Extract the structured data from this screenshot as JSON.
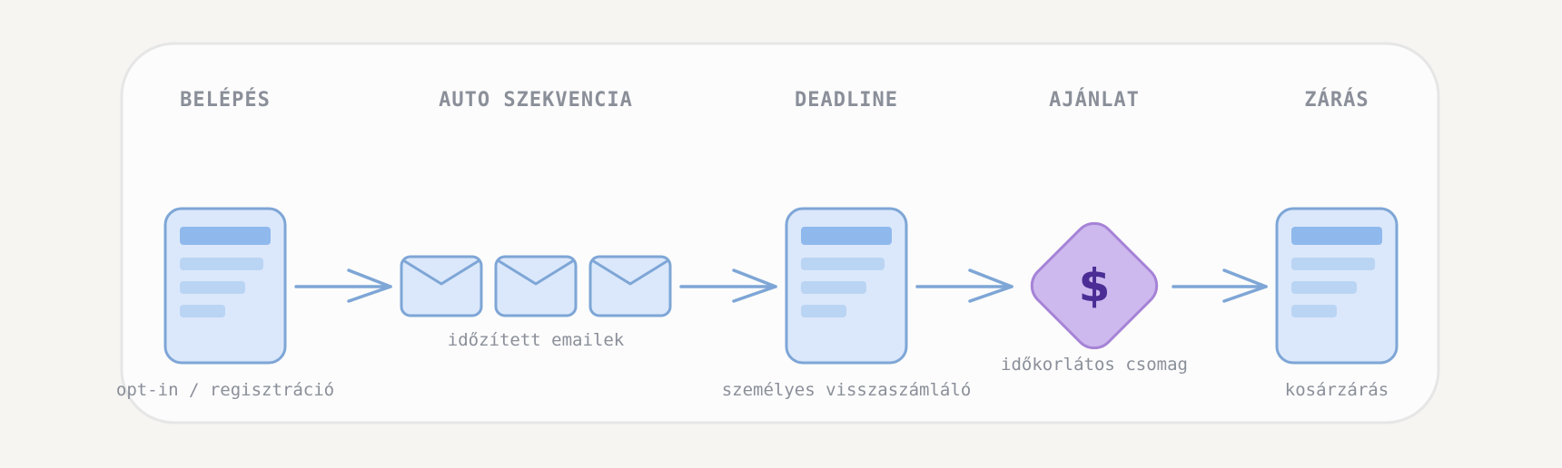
{
  "stages": [
    {
      "title": "BELÉPÉS",
      "caption": "opt-in / regisztráció"
    },
    {
      "title": "AUTO SZEKVENCIA",
      "caption": "időzített emailek"
    },
    {
      "title": "DEADLINE",
      "caption": "személyes visszaszámláló"
    },
    {
      "title": "AJÁNLAT",
      "caption": "időkorlátos csomag"
    },
    {
      "title": "ZÁRÁS",
      "caption": "kosárzárás"
    }
  ],
  "offer_symbol": "$",
  "colors": {
    "card_fill": "#dbe8fb",
    "card_stroke": "#7ea6d6",
    "bar_dark": "#8fb9ec",
    "bar_light": "#bad4f3",
    "diamond_fill": "#cdb9ee",
    "diamond_stroke": "#a683d6",
    "symbol": "#4b2d95",
    "title_text": "#8a8f99"
  }
}
